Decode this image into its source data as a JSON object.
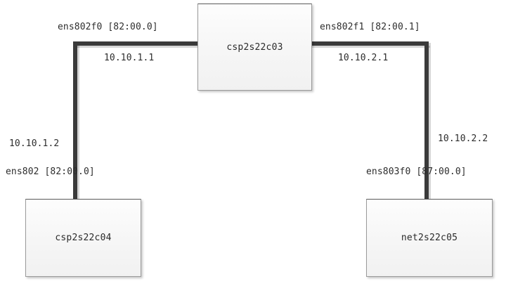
{
  "diagram": {
    "type": "network-topology",
    "background_color": "#ffffff",
    "line_color": "#3a3a3a",
    "node_fill_color": "#f5f5f5",
    "node_border_color": "#9a9a9a"
  },
  "nodes": [
    {
      "id": "top",
      "label": "csp2s22c03"
    },
    {
      "id": "left",
      "label": "csp2s22c04"
    },
    {
      "id": "right",
      "label": "net2s22c05"
    }
  ],
  "links": [
    {
      "id": "link-left",
      "from": "csp2s22c03",
      "to": "csp2s22c04",
      "source_interface": "ens802f0 [82:00.0]",
      "source_ip": "10.10.1.1",
      "target_interface": "ens802 [82:00.0]",
      "target_ip": "10.10.1.2"
    },
    {
      "id": "link-right",
      "from": "csp2s22c03",
      "to": "net2s22c05",
      "source_interface": "ens802f1 [82:00.1]",
      "source_ip": "10.10.2.1",
      "target_interface": "ens803f0 [87:00.0]",
      "target_ip": "10.10.2.2"
    }
  ],
  "annotations": {
    "interface_top_left": "ens802f0 [82:00.0]",
    "ip_top_left": "10.10.1.1",
    "interface_top_right": "ens802f1 [82:00.1]",
    "ip_top_right": "10.10.2.1",
    "ip_bottom_left": "10.10.1.2",
    "interface_bottom_left": "ens802 [82:00.0]",
    "ip_bottom_right": "10.10.2.2",
    "interface_bottom_right": "ens803f0 [87:00.0]"
  }
}
